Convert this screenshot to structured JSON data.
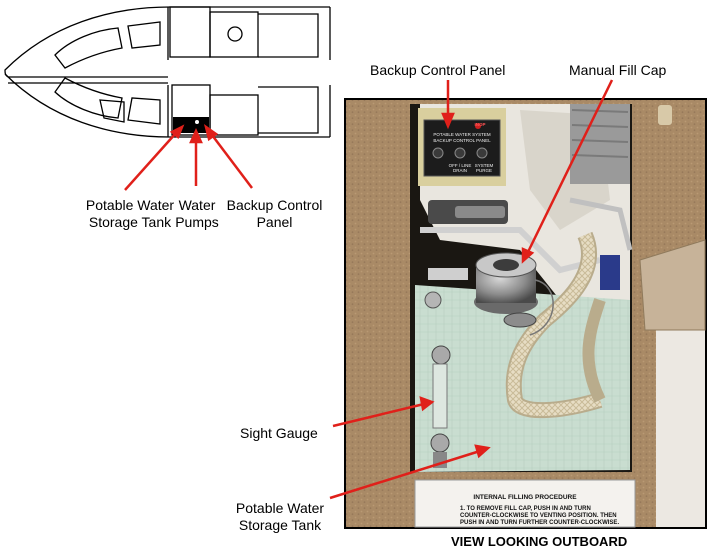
{
  "labels": {
    "potable_water_storage_tank_top": [
      "Potable Water",
      "Storage Tank"
    ],
    "water_pumps": [
      "Water",
      "Pumps"
    ],
    "backup_control_panel_top": [
      "Backup Control",
      "Panel"
    ],
    "backup_control_panel_photo": "Backup Control Panel",
    "manual_fill_cap": "Manual Fill Cap",
    "sight_gauge": "Sight Gauge",
    "potable_water_storage_tank_photo": [
      "Potable Water",
      "Storage Tank"
    ],
    "view_caption": "VIEW LOOKING OUTBOARD"
  },
  "photo": {
    "plaque_title": "INTERNAL FILLING PROCEDURE",
    "plaque_lines": [
      "1.  TO REMOVE FILL CAP, PUSH IN AND TURN",
      "COUNTER-CLOCKWISE TO VENTING POSITION. THEN",
      "PUSH IN AND TURN FURTHER COUNTER-CLOCKWISE."
    ],
    "panel_logo": "INOP",
    "panel_header": [
      "POTABLE WATER SYSTEM",
      "BACKUP CONTROL PANEL"
    ],
    "panel_switches": [
      "OFF / LINE DRAIN",
      "SYSTEM PURGE"
    ]
  },
  "colors": {
    "arrow": "#e0201a",
    "carpet": "#a98a66",
    "bag": "#c9ddd0",
    "panel": "#1c1c1c"
  }
}
